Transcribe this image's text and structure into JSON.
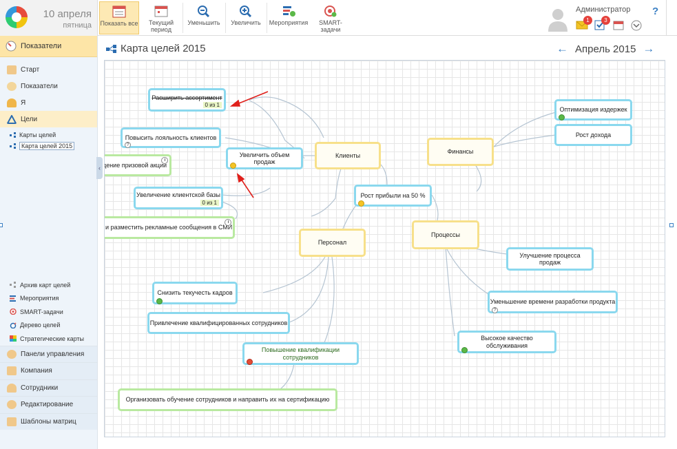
{
  "header": {
    "date_day": "10 апреля",
    "date_weekday": "пятница",
    "toolbar": [
      {
        "label": "Показать все",
        "icon": "show-all-icon",
        "active": true
      },
      {
        "label": "Текущий период",
        "icon": "calendar-icon",
        "active": false
      },
      {
        "label": "Уменьшить",
        "icon": "zoom-out-icon",
        "active": false
      },
      {
        "label": "Увеличить",
        "icon": "zoom-in-icon",
        "active": false
      },
      {
        "label": "Мероприятия",
        "icon": "events-icon",
        "active": false
      },
      {
        "label": "SMART-задачи",
        "icon": "smart-tasks-icon",
        "active": false
      }
    ],
    "user_name": "Администратор",
    "badges": {
      "mail": "1",
      "tasks": "3"
    },
    "help": "?"
  },
  "sidebar": {
    "section_title": "Показатели",
    "items": [
      {
        "label": "Старт",
        "icon": "start-icon"
      },
      {
        "label": "Показатели",
        "icon": "indicators-icon"
      },
      {
        "label": "Я",
        "icon": "user-icon"
      },
      {
        "label": "Цели",
        "icon": "goals-icon"
      }
    ],
    "sub_items": [
      {
        "label": "Карты целей"
      },
      {
        "label": "Карта целей 2015"
      }
    ],
    "bottom_sub_items": [
      {
        "label": "Архив карт целей"
      },
      {
        "label": "Мероприятия"
      },
      {
        "label": "SMART-задачи"
      },
      {
        "label": "Дерево целей"
      },
      {
        "label": "Стратегические карты"
      }
    ],
    "bottom_items": [
      {
        "label": "Панели управления"
      },
      {
        "label": "Компания"
      },
      {
        "label": "Сотрудники"
      },
      {
        "label": "Редактирование"
      },
      {
        "label": "Шаблоны матриц"
      }
    ]
  },
  "main": {
    "title": "Карта целей 2015",
    "period": "Апрель 2015"
  },
  "map": {
    "nodes": {
      "rasshirit": {
        "label": "Расширить ассортимент",
        "progress": "0 из 1"
      },
      "loyalnost": {
        "label": "Повысить  лояльность клиентов"
      },
      "priz": {
        "label": "дение призовой акции"
      },
      "uvelichit": {
        "label": "Увеличить объем продаж"
      },
      "klienty": {
        "label": "Клиенты"
      },
      "baza": {
        "label": "Увеличение клиентской базы",
        "progress": "0 из 1"
      },
      "smi": {
        "label": "ь и разместить рекламные сообщения в СМИ"
      },
      "rost_pribyli": {
        "label": "Рост прибыли на 50 %"
      },
      "finansy": {
        "label": "Финансы"
      },
      "optimizaciya": {
        "label": "Оптимизация издержек"
      },
      "rost_dohoda": {
        "label": "Рост дохода"
      },
      "personal": {
        "label": "Персонал"
      },
      "processy": {
        "label": "Процессы"
      },
      "uluchshenie": {
        "label": "Улучшение процесса продаж"
      },
      "tekuchest": {
        "label": "Снизить текучесть кадров"
      },
      "privlechenie": {
        "label": "Привлечение квалифицированных сотрудников"
      },
      "umenshenie": {
        "label": "Уменьшение времени разработки продукта"
      },
      "kvalifikaciya": {
        "label": "Повышение квалификации сотрудников"
      },
      "kachestvo": {
        "label": "Высокое качество обслуживания"
      },
      "obuchenie": {
        "label": "Организовать обучение сотрудников  и направить их на сертификацию"
      }
    },
    "colors": {
      "blue_border": "#8ad8ee",
      "yellow_border": "#f7e08a",
      "green_border": "#b9e9a0",
      "accent": "#3a7fc4",
      "annotation_red": "#e0201b"
    }
  }
}
